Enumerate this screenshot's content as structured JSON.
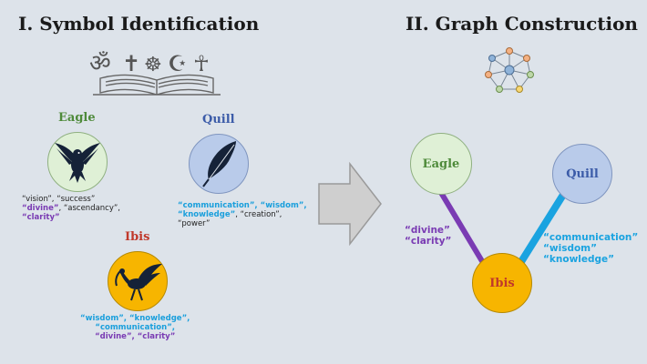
{
  "left": {
    "title": "I. Symbol Identification",
    "symbols": [
      {
        "name": "Eagle",
        "keywords": [
          "“vision”, “success”",
          "“divine”",
          ", “ascendancy”,",
          "“clarity”"
        ]
      },
      {
        "name": "Quill",
        "keywords": [
          "“communication”, “wisdom”,",
          "“knowledge”",
          ", “creation”,",
          "“power”"
        ]
      },
      {
        "name": "Ibis",
        "keywords": [
          "“wisdom”, “knowledge”,",
          "“communication”,",
          "“divine”, “clarity”"
        ]
      }
    ]
  },
  "right": {
    "title": "II. Graph Construction",
    "nodes": [
      {
        "name": "Eagle"
      },
      {
        "name": "Quill"
      },
      {
        "name": "Ibis"
      }
    ],
    "edges": [
      {
        "from": "Eagle",
        "to": "Ibis",
        "labels": [
          "“divine”",
          "“clarity”"
        ]
      },
      {
        "from": "Quill",
        "to": "Ibis",
        "labels": [
          "“communication”",
          "“wisdom”",
          "“knowledge”"
        ]
      }
    ]
  },
  "colors": {
    "eagle": "#4e8a3a",
    "quill": "#3b5ba8",
    "ibis": "#c0392b",
    "purple_edge": "#7a3bb3",
    "blue_edge": "#1aa3e0",
    "eagle_fill": "#dff0d6",
    "quill_fill": "#b9cbea",
    "ibis_fill": "#f7b500"
  }
}
